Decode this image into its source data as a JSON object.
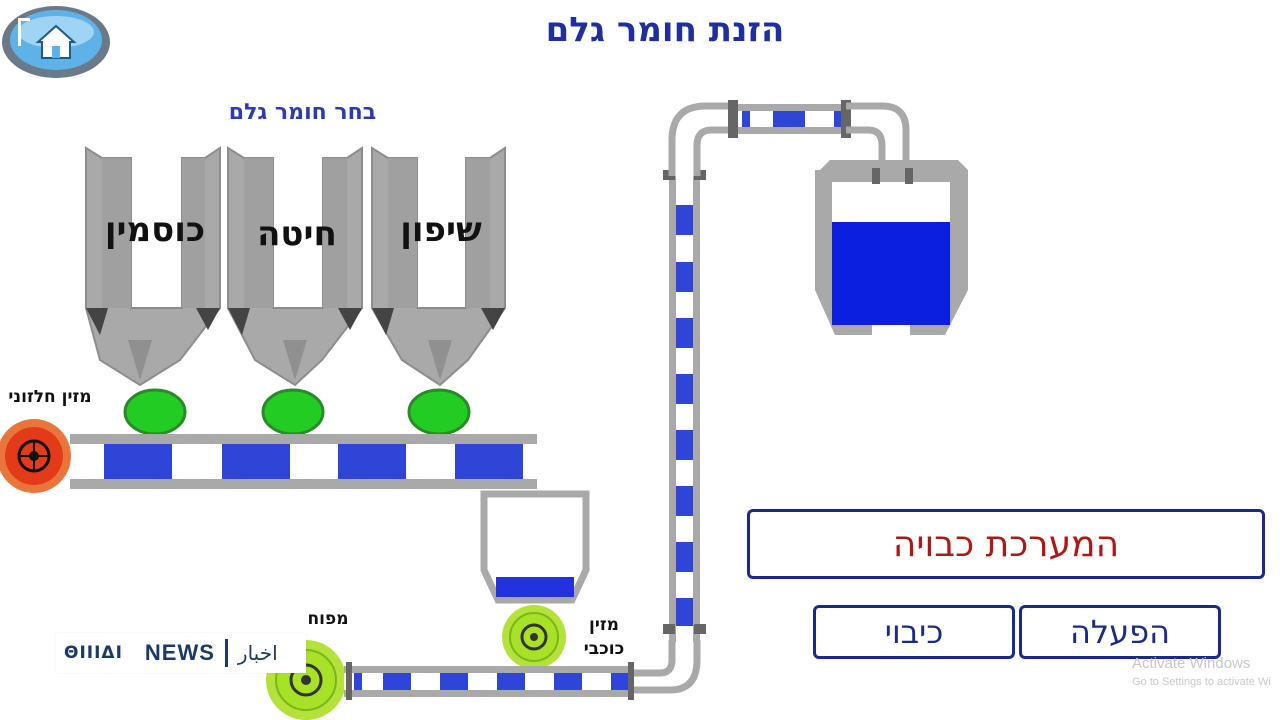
{
  "header": {
    "title": "הזנת חומר גלם",
    "subtitle": "בחר חומר גלם"
  },
  "silos": [
    {
      "label": "כוסמין"
    },
    {
      "label": "חיטה"
    },
    {
      "label": "שיפון"
    }
  ],
  "labels": {
    "screw_feeder": "מזין חלזוני",
    "blower": "מפוח",
    "rotary_feeder_line1": "מזין",
    "rotary_feeder_line2": "כוכבי"
  },
  "status": {
    "text": "המערכת כבויה"
  },
  "buttons": {
    "start": "הפעלה",
    "stop": "כיבוי"
  },
  "overlay": {
    "news_logo": "ΘΙΙΙΔΙ",
    "news_word": "NEWS",
    "news_arabic": "اخبار",
    "activate_line1": "Activate Windows",
    "activate_line2": "Go to Settings to activate Wi"
  },
  "levels": {
    "top_bin_fill": 0.62,
    "small_bin_fill": 0.3
  },
  "colors": {
    "title": "#1f2fa0",
    "status_text": "#b01818",
    "frame": "#1a2a8a",
    "conveyor_block": "#2f45d8",
    "silo_gray": "#a9a9a9",
    "valve_green": "#22cc22",
    "screw_feeder_red": "#e33a1a",
    "blower_green": "#a7e227"
  }
}
